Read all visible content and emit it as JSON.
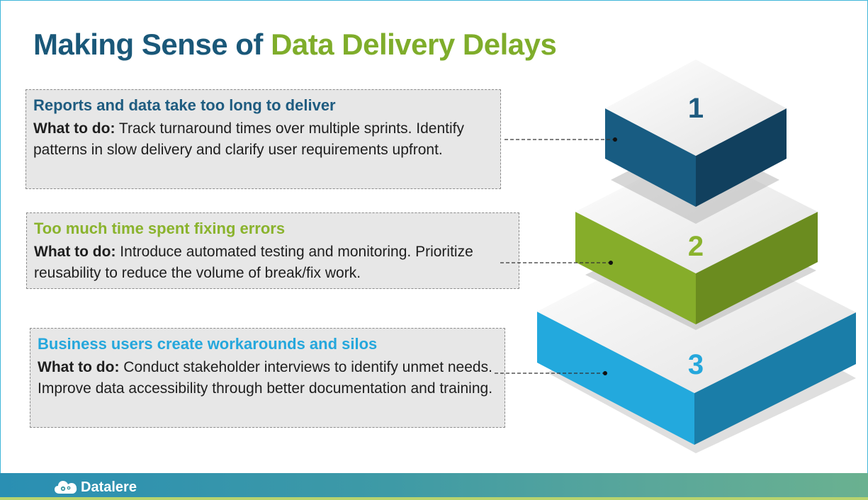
{
  "title": {
    "part1": "Making Sense of ",
    "part2": "Data Delivery Delays"
  },
  "colors": {
    "dark_blue": "#1f5c80",
    "green": "#8ab32d",
    "light_blue": "#25a7dc"
  },
  "items": [
    {
      "number": "1",
      "heading": "Reports and data take too long to deliver",
      "lead": "What to do:",
      "text": " Track turnaround times over multiple sprints. Identify patterns in slow delivery and clarify user requirements upfront."
    },
    {
      "number": "2",
      "heading": "Too much time spent fixing errors",
      "lead": "What to do:",
      "text": " Introduce automated testing and monitoring. Prioritize reusability to reduce the volume of break/fix work."
    },
    {
      "number": "3",
      "heading": "Business users create workarounds and silos",
      "lead": "What to do:",
      "text": " Conduct stakeholder interviews to identify unmet needs. Improve data accessibility through better documentation and training."
    }
  ],
  "footer": {
    "brand": "Datalere",
    "icon": "cloud-gear-icon"
  }
}
